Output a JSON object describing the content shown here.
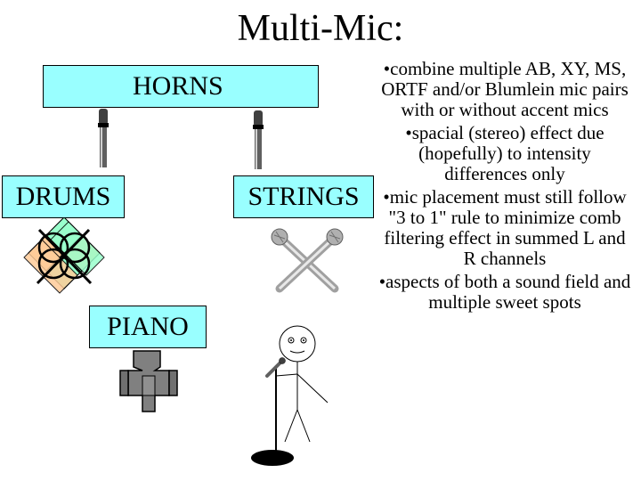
{
  "title": "Multi-Mic:",
  "labels": {
    "horns": "HORNS",
    "drums": "DRUMS",
    "strings": "STRINGS",
    "piano": "PIANO"
  },
  "bullets": [
    "•combine multiple AB, XY, MS, ORTF and/or Blumlein mic pairs with or without accent mics",
    "•spacial (stereo) effect due (hopefully) to intensity differences only",
    "•mic placement must still follow \"3 to 1\" rule to minimize comb filtering effect in summed L and R channels",
    "•aspects of both a sound field and multiple sweet spots"
  ],
  "colors": {
    "label_box": "#99ffff",
    "drum_blue": "#99ffcc",
    "drum_peach": "#ffcc99",
    "mic_gray": "#808080",
    "piano_gray": "#808080"
  },
  "icons": [
    "microphone-icon",
    "drum-kit-icon",
    "crossed-mics-icon",
    "piano-icon",
    "stick-figure-singer-icon"
  ]
}
